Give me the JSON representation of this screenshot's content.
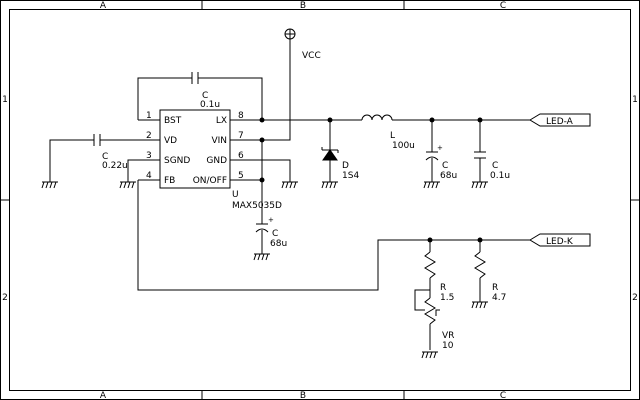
{
  "frame": {
    "columns": [
      "A",
      "B",
      "C"
    ],
    "rows": [
      "1",
      "2"
    ]
  },
  "ic": {
    "ref": "U",
    "part": "MAX5035D",
    "pins_left": [
      {
        "num": "1",
        "name": "BST"
      },
      {
        "num": "2",
        "name": "VD"
      },
      {
        "num": "3",
        "name": "SGND"
      },
      {
        "num": "4",
        "name": "FB"
      }
    ],
    "pins_right": [
      {
        "num": "8",
        "name": "LX"
      },
      {
        "num": "7",
        "name": "VIN"
      },
      {
        "num": "6",
        "name": "GND"
      },
      {
        "num": "5",
        "name": "ON/OFF"
      }
    ]
  },
  "components": {
    "c_boot": {
      "ref": "C",
      "value": "0.1u"
    },
    "c_vd": {
      "ref": "C",
      "value": "0.22u"
    },
    "c_in": {
      "ref": "C",
      "value": "68u"
    },
    "diode": {
      "ref": "D",
      "value": "1S4"
    },
    "inductor": {
      "ref": "L",
      "value": "100u"
    },
    "c_out1": {
      "ref": "C",
      "value": "68u"
    },
    "c_out2": {
      "ref": "C",
      "value": "0.1u"
    },
    "r_fb": {
      "ref": "R",
      "value": "1.5"
    },
    "r_sense": {
      "ref": "R",
      "value": "4.7"
    },
    "vr": {
      "ref": "VR",
      "value": "10"
    }
  },
  "nets": {
    "vcc": "VCC",
    "led_a": "LED-A",
    "led_k": "LED-K"
  }
}
